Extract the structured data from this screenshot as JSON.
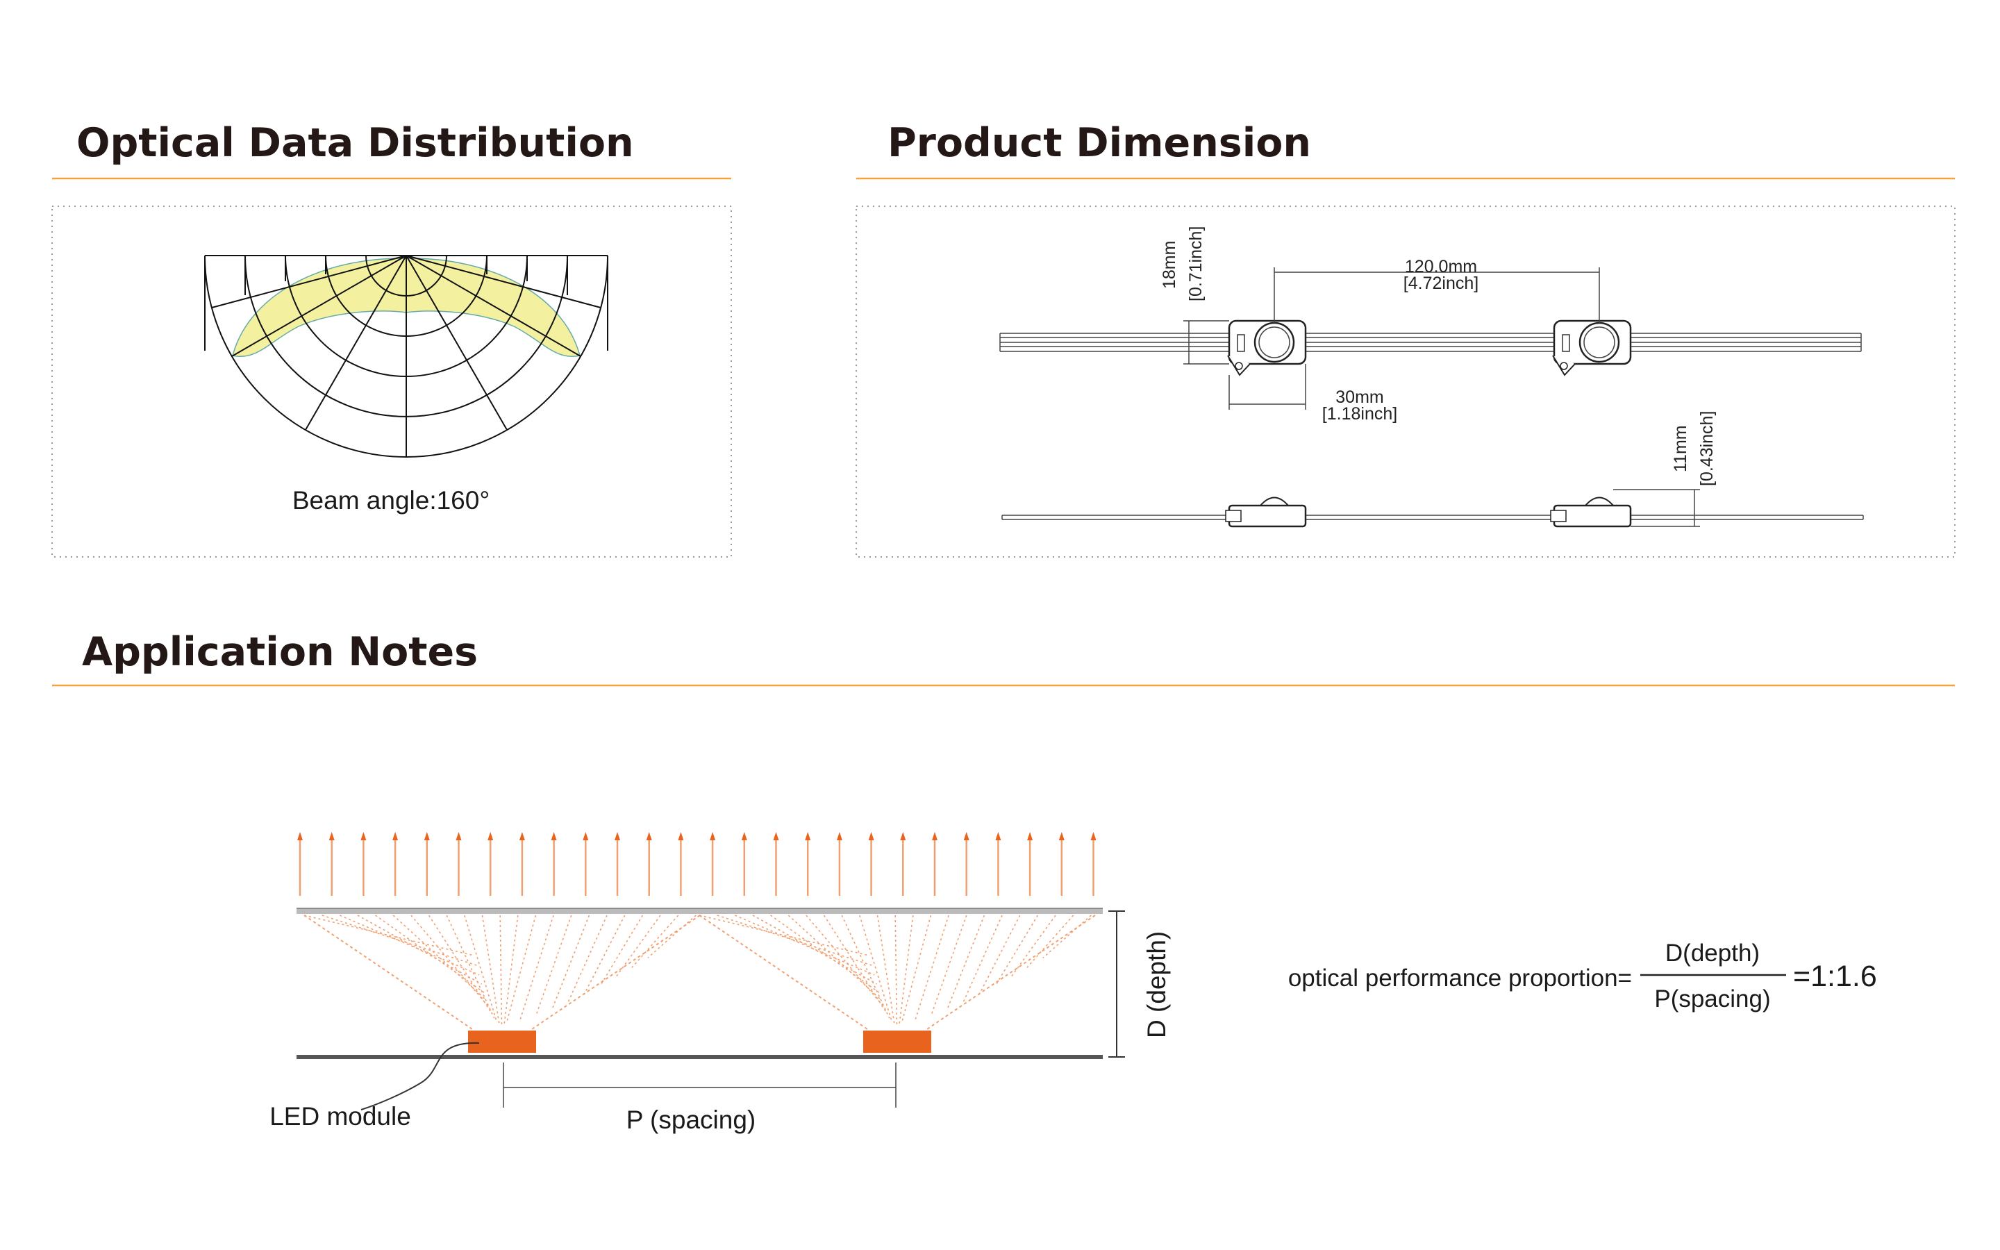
{
  "sections": {
    "optical": {
      "title": "Optical Data Distribution",
      "caption": "Beam angle:160°"
    },
    "dimension": {
      "title": "Product Dimension",
      "height_mm": "18mm",
      "height_in": "[0.71inch]",
      "pitch_mm": "120.0mm",
      "pitch_in": "[4.72inch]",
      "width_mm": "30mm",
      "width_in": "[1.18inch]",
      "depth_mm": "11mm",
      "depth_in": "[0.43inch]"
    },
    "application": {
      "title": "Application Notes",
      "depth_label": "D (depth)",
      "spacing_label": "P (spacing)",
      "module_label": "LED module",
      "formula_label": "optical performance proportion=",
      "numerator": "D(depth)",
      "denominator": "P(spacing)",
      "result": "=1:1.6"
    }
  },
  "colors": {
    "accent_rule": "#f2a33a",
    "beam_fill": "#f3f0a0",
    "led_orange": "#e8641e",
    "ray_orange": "#f0a070"
  }
}
